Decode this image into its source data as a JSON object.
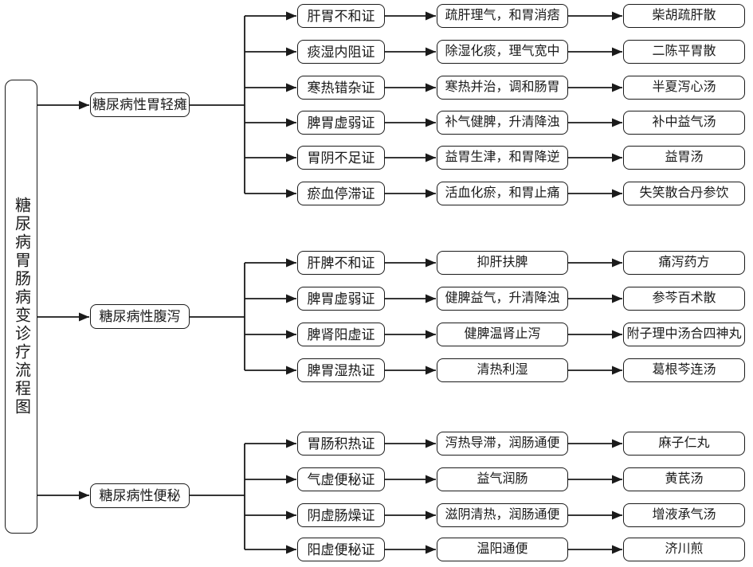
{
  "title": "糖尿病胃肠病变诊疗流程图",
  "branches": [
    {
      "label": "糖尿病性胃轻瘫",
      "rows": [
        {
          "syndrome": "肝胃不和证",
          "treatment": "疏肝理气，和胃消痞",
          "formula": "柴胡疏肝散"
        },
        {
          "syndrome": "痰湿内阻证",
          "treatment": "除湿化痰，理气宽中",
          "formula": "二陈平胃散"
        },
        {
          "syndrome": "寒热错杂证",
          "treatment": "寒热并治，调和肠胃",
          "formula": "半夏泻心汤"
        },
        {
          "syndrome": "脾胃虚弱证",
          "treatment": "补气健脾，升清降浊",
          "formula": "补中益气汤"
        },
        {
          "syndrome": "胃阴不足证",
          "treatment": "益胃生津，和胃降逆",
          "formula": "益胃汤"
        },
        {
          "syndrome": "瘀血停滞证",
          "treatment": "活血化瘀，和胃止痛",
          "formula": "失笑散合丹参饮"
        }
      ]
    },
    {
      "label": "糖尿病性腹泻",
      "rows": [
        {
          "syndrome": "肝脾不和证",
          "treatment": "抑肝扶脾",
          "formula": "痛泻药方"
        },
        {
          "syndrome": "脾胃虚弱证",
          "treatment": "健脾益气，升清降浊",
          "formula": "参芩百术散"
        },
        {
          "syndrome": "脾肾阳虚证",
          "treatment": "健脾温肾止泻",
          "formula": "附子理中汤合四神丸"
        },
        {
          "syndrome": "脾胃湿热证",
          "treatment": "清热利湿",
          "formula": "葛根芩连汤"
        }
      ]
    },
    {
      "label": "糖尿病性便秘",
      "rows": [
        {
          "syndrome": "胃肠积热证",
          "treatment": "泻热导滞，润肠通便",
          "formula": "麻子仁丸"
        },
        {
          "syndrome": "气虚便秘证",
          "treatment": "益气润肠",
          "formula": "黄芪汤"
        },
        {
          "syndrome": "阴虚肠燥证",
          "treatment": "滋阴清热，润肠通便",
          "formula": "增液承气汤"
        },
        {
          "syndrome": "阳虚便秘证",
          "treatment": "温阳通便",
          "formula": "济川煎"
        }
      ]
    }
  ],
  "line_color": "#1a1a1a"
}
